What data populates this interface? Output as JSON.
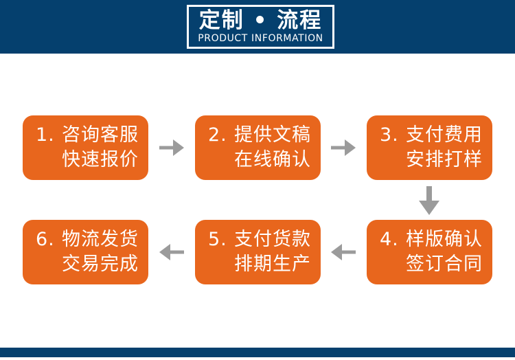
{
  "header": {
    "title": "定制 • 流程",
    "subtitle": "PRODUCT INFORMATION"
  },
  "steps": [
    {
      "num": "1.",
      "line1": "咨询客服",
      "line2": "快速报价"
    },
    {
      "num": "2.",
      "line1": "提供文稿",
      "line2": "在线确认"
    },
    {
      "num": "3.",
      "line1": "支付费用",
      "line2": "安排打样"
    },
    {
      "num": "4.",
      "line1": "样版确认",
      "line2": "签订合同"
    },
    {
      "num": "5.",
      "line1": "支付货款",
      "line2": "排期生产"
    },
    {
      "num": "6.",
      "line1": "物流发货",
      "line2": "交易完成"
    }
  ],
  "flow": {
    "arrows": [
      "step1-to-step2",
      "step2-to-step3",
      "step3-to-step4",
      "step4-to-step5",
      "step5-to-step6"
    ]
  },
  "colors": {
    "navy": "#05406E",
    "orange": "#E8661D",
    "arrow": "#9B9B9B",
    "text_on_dark": "#FFFFFF"
  }
}
